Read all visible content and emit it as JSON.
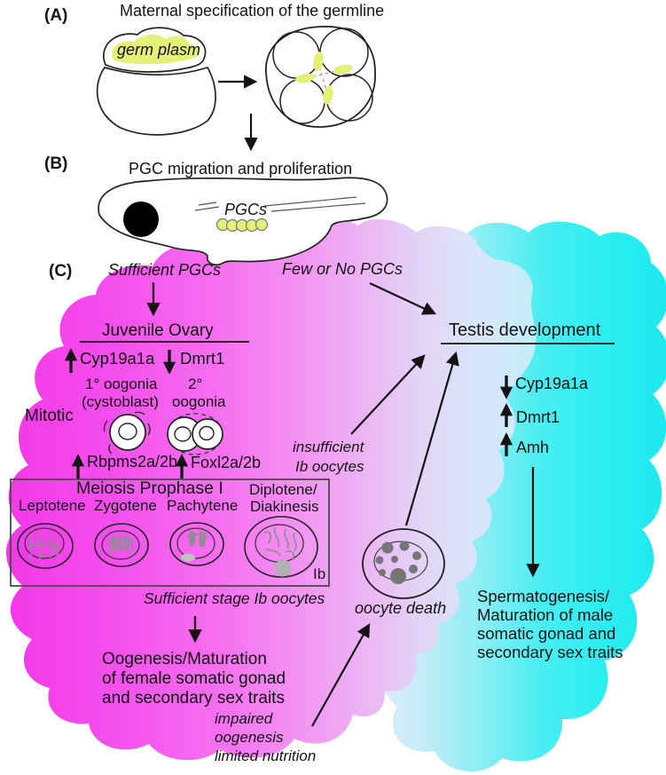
{
  "figure": {
    "panel_a": {
      "label": "(A)",
      "title": "Maternal specification of the germline",
      "germ_plasm_label": "germ plasm"
    },
    "panel_b": {
      "label": "(B)",
      "title": "PGC migration and proliferation",
      "pgcs_label": "PGCs"
    },
    "panel_c": {
      "label": "(C)",
      "sufficient_pgcs": "Sufficient PGCs",
      "few_or_no_pgcs": "Few or No PGCs",
      "ovary": {
        "title": "Juvenile Ovary",
        "gene_up": "Cyp19a1a",
        "gene_down": "Dmrt1",
        "oogonia_primary_line1": "1° oogonia",
        "oogonia_primary_line2": "(cystoblast)",
        "oogonia_secondary_line1": "2°",
        "oogonia_secondary_line2": "oogonia",
        "mitotic": "Mitotic",
        "gene_rbpms": "Rbpms2a/2b",
        "gene_foxl": "Foxl2a/2b"
      },
      "meiosis": {
        "title": "Meiosis Prophase I",
        "stage_leptotene": "Leptotene",
        "stage_zygotene": "Zygotene",
        "stage_pachytene": "Pachytene",
        "stage_diplotene_line1": "Diplotene/",
        "stage_diplotene_line2": "Diakinesis",
        "stage_ib": "Ib"
      },
      "female_path": {
        "sufficient_ib": "Sufficient stage Ib oocytes",
        "outcome_line1": "Oogenesis/Maturation",
        "outcome_line2": "of female somatic gonad",
        "outcome_line3": "and secondary sex traits"
      },
      "death_path": {
        "insufficient_line1": "insufficient",
        "insufficient_line2": "Ib oocytes",
        "oocyte_death": "oocyte death",
        "impaired_line1": "impaired",
        "impaired_line2": "oogenesis",
        "impaired_line3": "limited nutrition"
      },
      "testis": {
        "title": "Testis development",
        "gene_down": "Cyp19a1a",
        "gene_up1": "Dmrt1",
        "gene_up2": "Amh",
        "outcome_line1": "Spermatogenesis/",
        "outcome_line2": "Maturation of male",
        "outcome_line3": "somatic gonad and",
        "outcome_line4": "secondary sex traits"
      }
    },
    "colors": {
      "ovary_magenta": "#f33be8",
      "testis_cyan": "#1fe9ee",
      "center_lavender": "#dcedfb",
      "germ_plasm_yellow": "#e4f078",
      "chromosome_gray": "#8e8e8e",
      "text": "#141414"
    }
  }
}
